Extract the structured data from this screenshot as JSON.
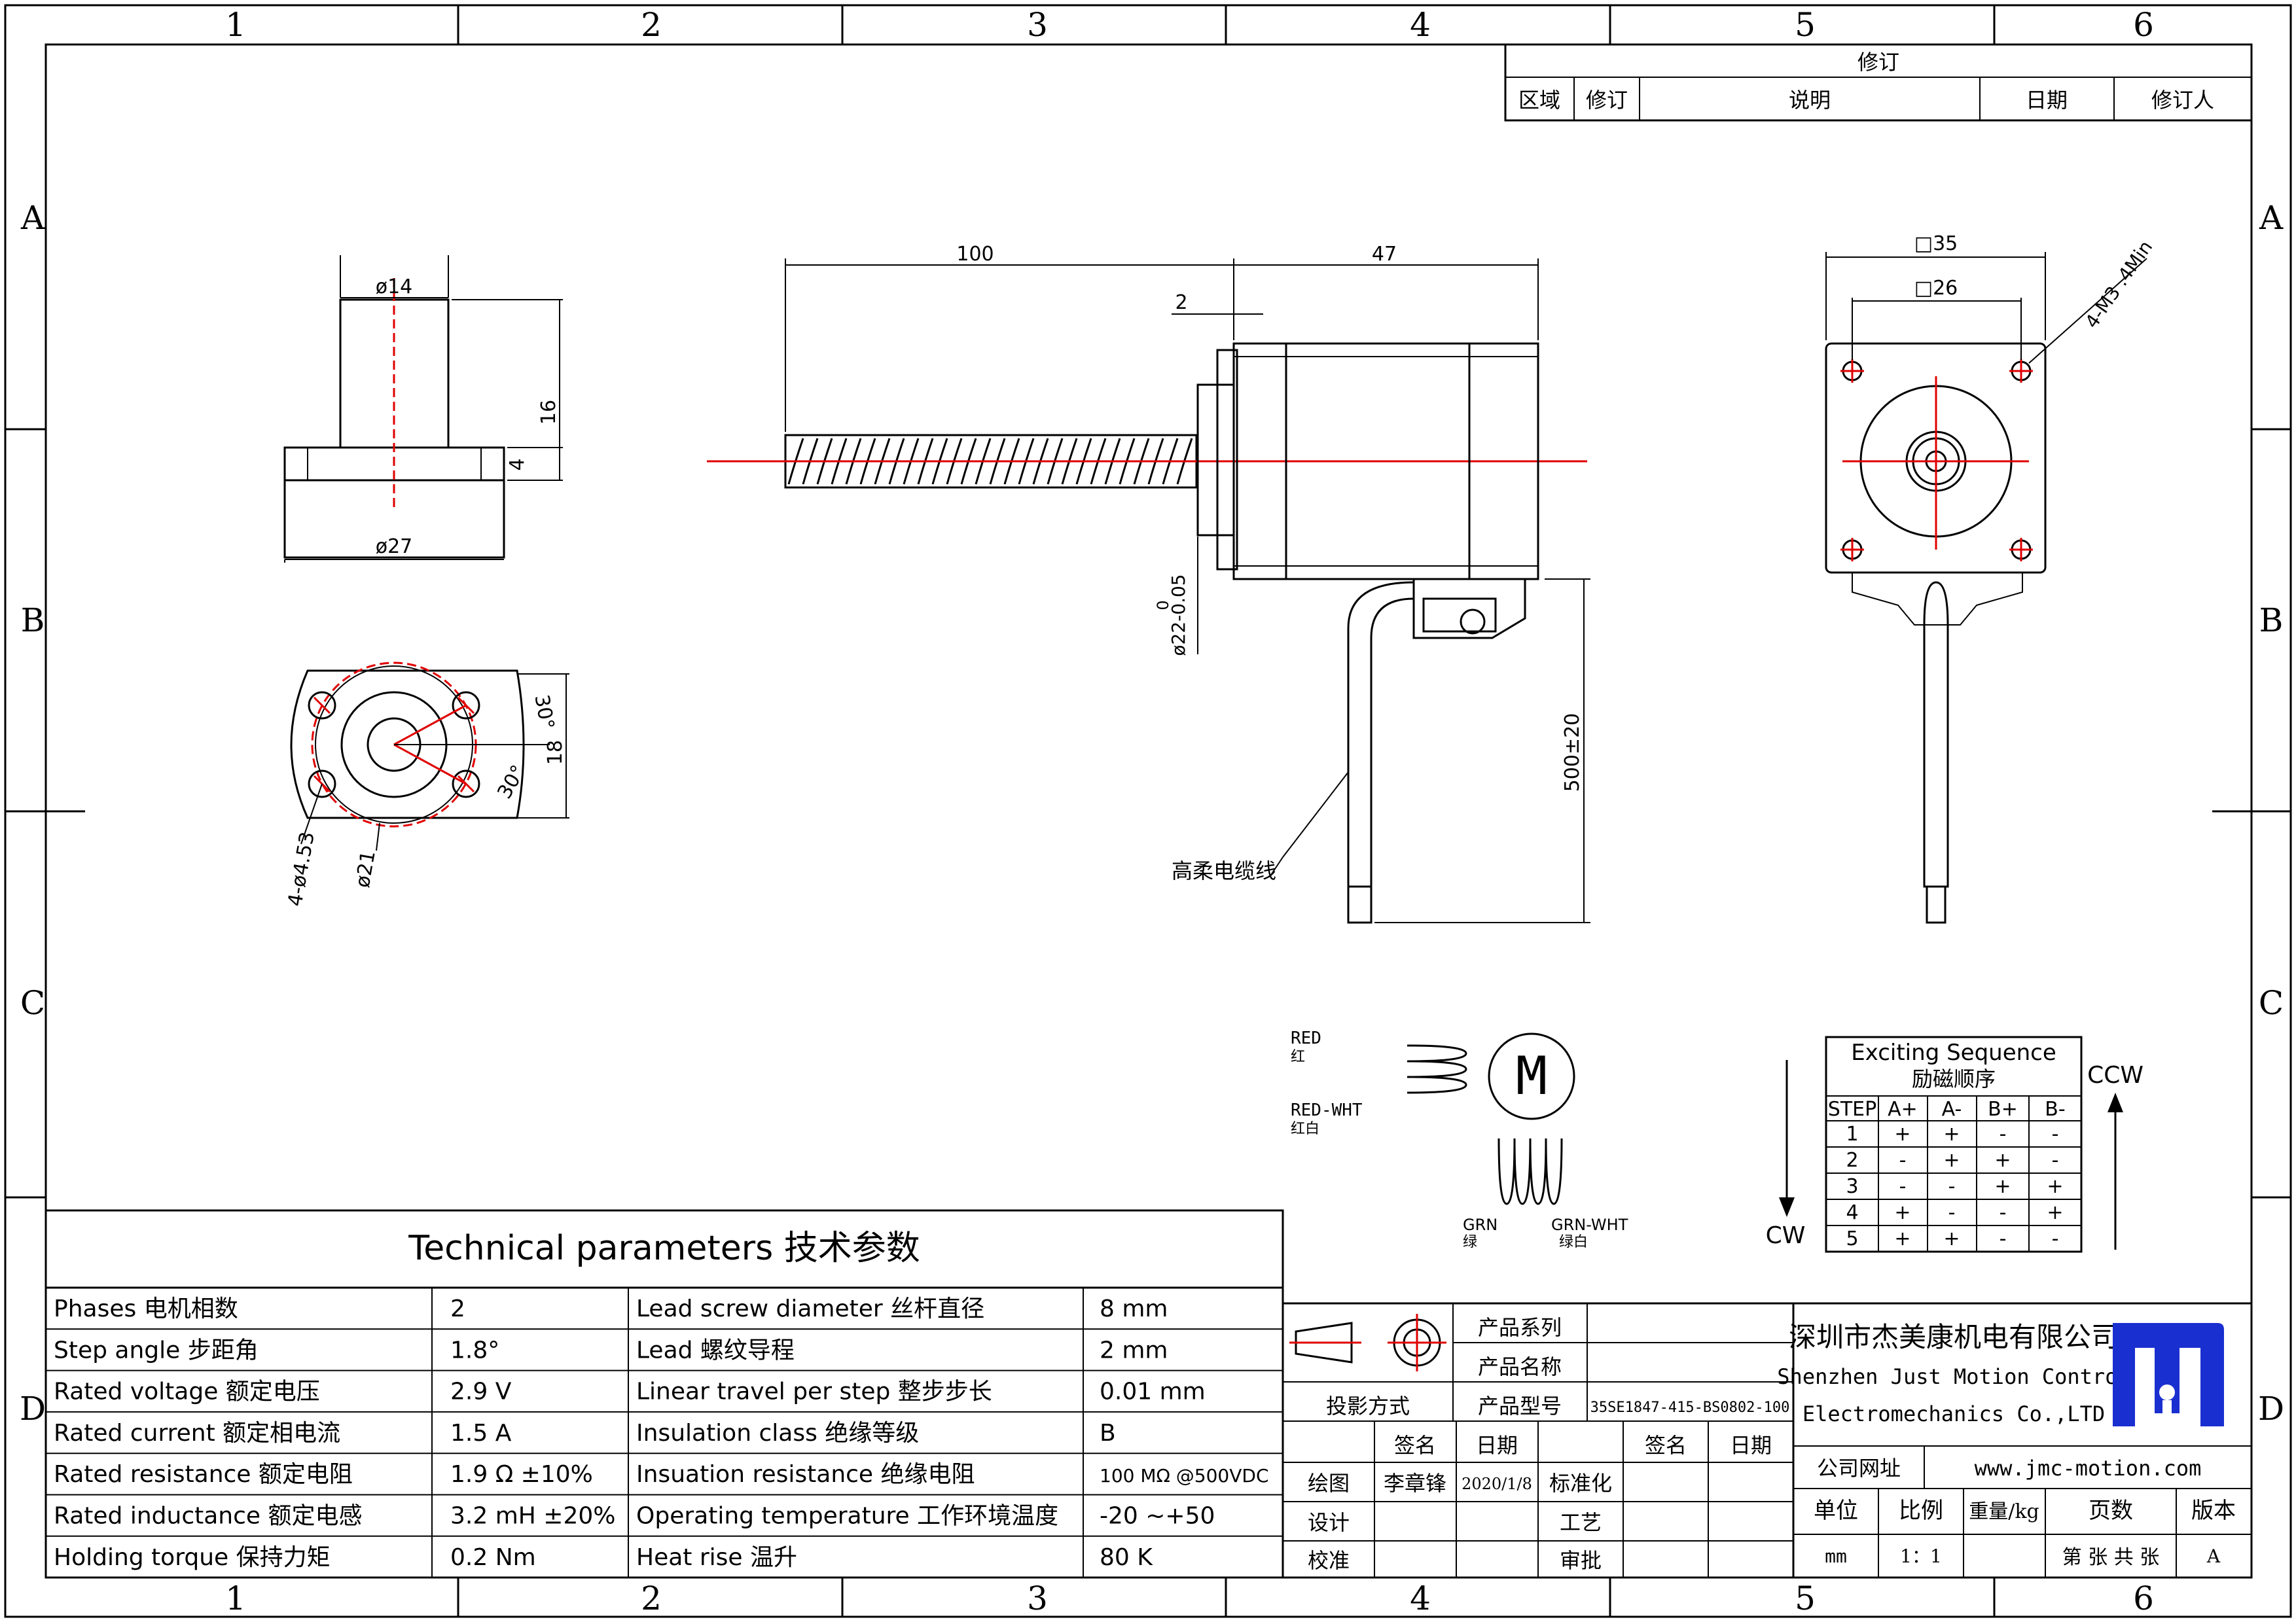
{
  "frame": {
    "col_labels": [
      "1",
      "2",
      "3",
      "4",
      "5",
      "6"
    ],
    "row_labels": [
      "A",
      "B",
      "C",
      "D"
    ]
  },
  "revision_block": {
    "title": "修订",
    "headers": [
      "区域",
      "修订",
      "说明",
      "日期",
      "修订人"
    ]
  },
  "nut_front_view": {
    "dim_top": "ø14",
    "dim_height": "16",
    "dim_flange": "4",
    "dim_bottom": "ø27"
  },
  "nut_end_view": {
    "angle_a": "30°",
    "angle_b": "30°",
    "dim_width": "18",
    "holes": "4-ø4.53",
    "pcd": "ø21"
  },
  "side_view": {
    "dim_screw": "100",
    "dim_body": "47",
    "dim_boss": "2",
    "dim_pilot": "ø22-0.05",
    "dim_pilot_upper": "0",
    "dim_cable": "500±20",
    "cable_label": "高柔电缆线"
  },
  "front_view": {
    "dim_outer": "□35",
    "dim_holes": "□26",
    "hole_note": "4-M3 .4Min"
  },
  "wiring": {
    "red": "RED",
    "red_cn": "红",
    "red_wht": "RED-WHT",
    "red_wht_cn": "红白",
    "grn": "GRN",
    "grn_cn": "绿",
    "grn_wht": "GRN-WHT",
    "grn_wht_cn": "绿白",
    "motor": "M"
  },
  "sequence": {
    "title": "Exciting Sequence",
    "title_cn": "励磁顺序",
    "headers": [
      "STEP",
      "A+",
      "A-",
      "B+",
      "B-"
    ],
    "rows": [
      [
        "1",
        "+",
        "+",
        "-",
        "-"
      ],
      [
        "2",
        "-",
        "+",
        "+",
        "-"
      ],
      [
        "3",
        "-",
        "-",
        "+",
        "+"
      ],
      [
        "4",
        "+",
        "-",
        "-",
        "+"
      ],
      [
        "5",
        "+",
        "+",
        "-",
        "-"
      ]
    ],
    "cw": "CW",
    "ccw": "CCW"
  },
  "tech_params": {
    "title": "Technical parameters 技术参数",
    "rows": [
      [
        "Phases 电机相数",
        "2",
        "Lead screw diameter 丝杆直径",
        "8 mm"
      ],
      [
        "Step angle 步距角",
        "1.8°",
        "Lead 螺纹导程",
        "2 mm"
      ],
      [
        "Rated voltage 额定电压",
        "2.9 V",
        "Linear travel per step 整步步长",
        "0.01 mm"
      ],
      [
        "Rated current 额定相电流",
        "1.5 A",
        "Insulation class 绝缘等级",
        "B"
      ],
      [
        "Rated resistance 额定电阻",
        "1.9 Ω  ±10%",
        "Insuation resistance 绝缘电阻",
        "100 MΩ @500VDC"
      ],
      [
        "Rated inductance 额定电感",
        "3.2 mH ±20%",
        "Operating temperature 工作环境温度",
        "-20    ~+50"
      ],
      [
        "Holding torque 保持力矩",
        "0.2 Nm",
        "Heat rise 温升",
        "80 K"
      ]
    ]
  },
  "title_block": {
    "series": "产品系列",
    "name": "产品名称",
    "model_label": "产品型号",
    "model_value": "35SE1847-415-BS0802-100",
    "projection": "投影方式",
    "sign": "签名",
    "date": "日期",
    "sign2": "签名",
    "date2": "日期",
    "drawn": "绘图",
    "drawn_by": "李章锋",
    "drawn_date": "2020/1/8",
    "standard": "标准化",
    "design": "设计",
    "process": "工艺",
    "check": "校准",
    "approve": "审批",
    "company_cn": "深圳市杰美康机电有限公司",
    "company_en1": "Shenzhen Just Motion Control",
    "company_en2": "Electromechanics Co.,LTD",
    "website_label": "公司网址",
    "website": "www.jmc-motion.com",
    "unit": "单位",
    "scale": "比例",
    "weight": "重量/kg",
    "pages": "页数",
    "version": "版本",
    "unit_val": "mm",
    "scale_val": "1：1",
    "pages_val": "第 张 共 张",
    "version_val": "A"
  },
  "colors": {
    "centerline": "#e00000",
    "logo": "#1a2fd0"
  }
}
